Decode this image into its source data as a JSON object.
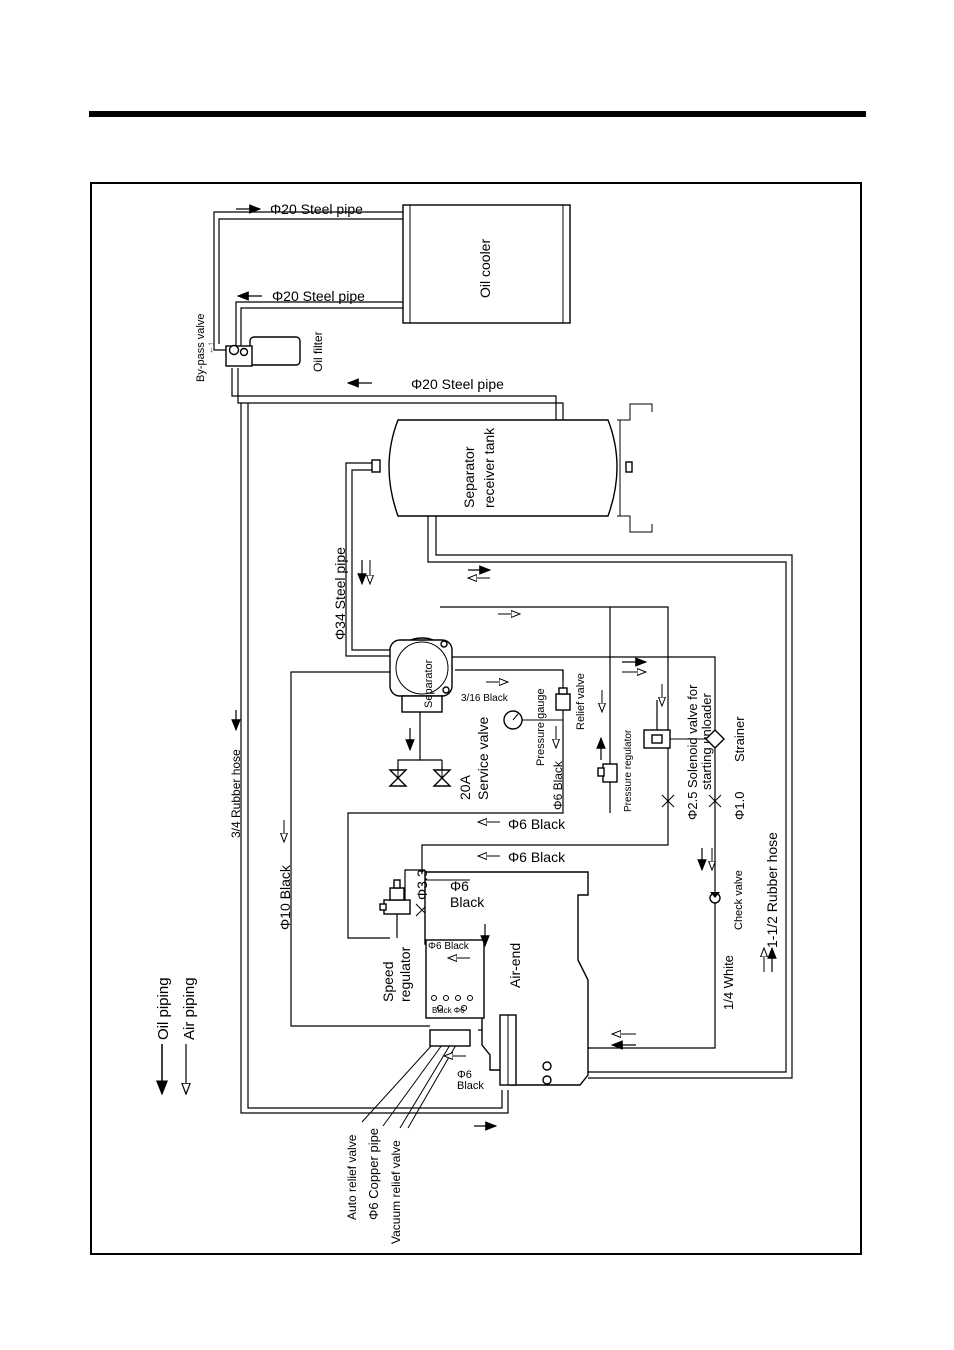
{
  "labels": {
    "bypass_valve": "By-pass valve",
    "oil_filter": "Oil filter",
    "oil_cooler": "Oil cooler",
    "steel_pipe_top": "Φ20 Steel pipe",
    "steel_pipe_mid": "Φ20 Steel pipe",
    "steel_pipe_tank": "Φ20 Steel pipe",
    "separator_tank": "Separator",
    "receiver_tank": "receiver tank",
    "steel_pipe_34": "Φ34  Steel pipe",
    "separator": "Separator",
    "black_316": "3/16 Black",
    "pressure_gauge": "Pressure gauge",
    "relief_valve": "Relief valve",
    "service_valve_size": "20A",
    "service_valve": "Service valve",
    "phi6_black_v": "Φ6 Black",
    "pressure_regulator": "Pressure regulator",
    "solenoid_1": "Φ2.5 Solenoid valve for",
    "solenoid_2": "starting unloader",
    "strainer": "Strainer",
    "phi10": "Φ1.0",
    "rubber_hose_34": "3/4 Rubber hose",
    "black_10": "Φ10 Black",
    "phi6_black_a": "Φ6 Black",
    "phi6_black_b": "Φ6 Black",
    "phi33": "Φ3.3",
    "phi6_label": "Φ6",
    "black_label": "Black",
    "rubber_hose_112": "1-1/2 Rubber hose",
    "check_valve": "Check valve",
    "white_14": "1/4 White",
    "speed_1": "Speed",
    "speed_2": "regulator",
    "phi6_black_small": "Φ6 Black",
    "air_end": "Air-end",
    "black_phi6_small": "Black Φ6",
    "phi6_bottom": "Φ6",
    "black_bottom": "Black",
    "auto_relief": "Auto relief valve",
    "copper_pipe": "Φ6 Copper pipe",
    "vacuum_relief": "Vacuum relief valve",
    "legend_oil": "Oil piping",
    "legend_air": "Air piping"
  }
}
